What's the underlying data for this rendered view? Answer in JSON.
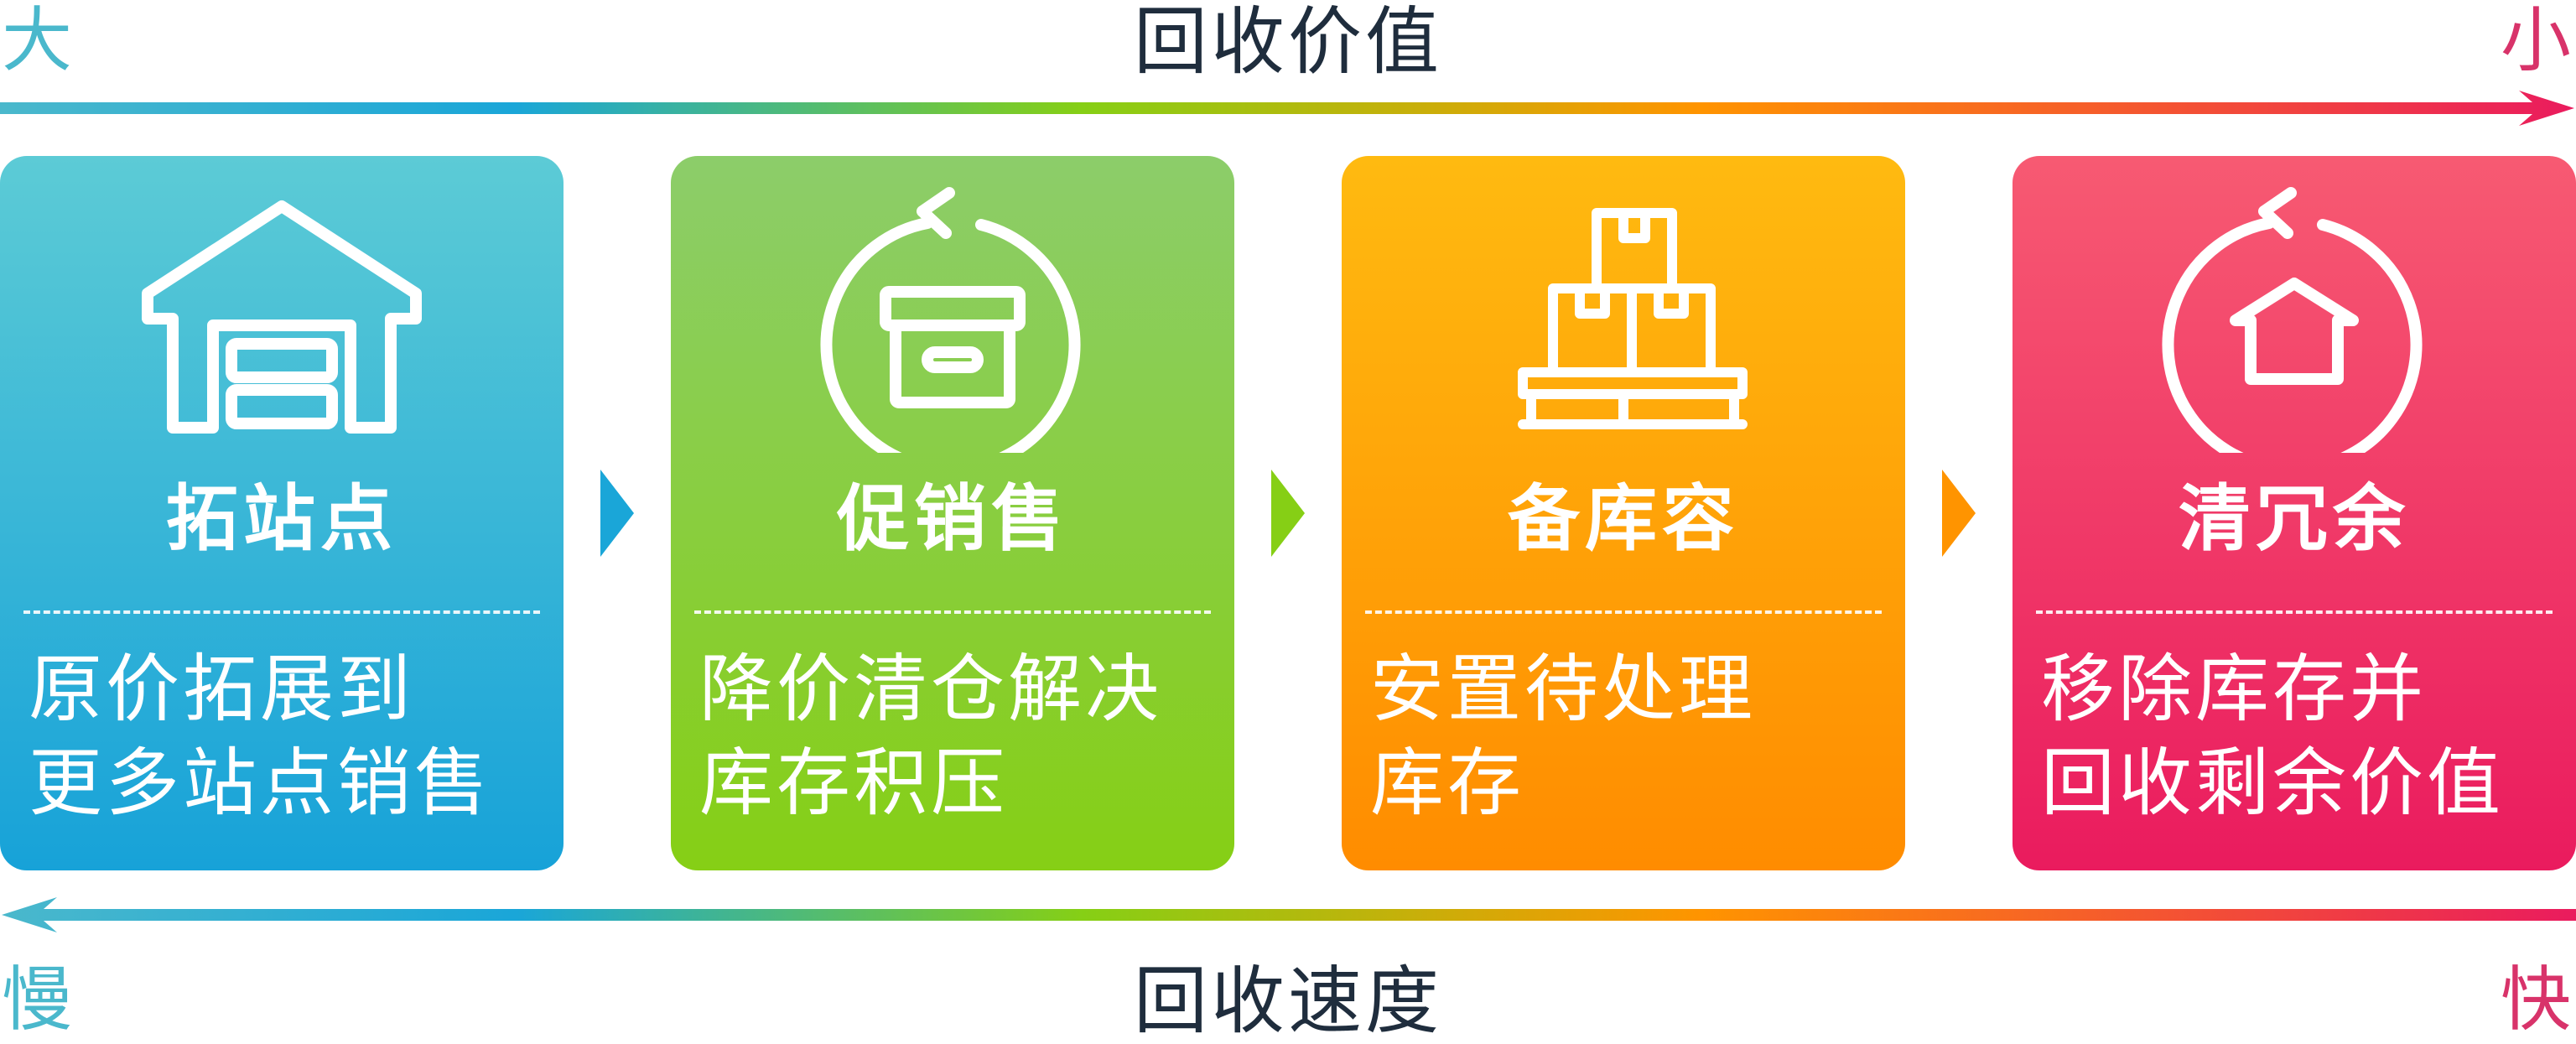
{
  "header": {
    "title": "回收价值",
    "left_label": "大",
    "right_label": "小"
  },
  "footer": {
    "title": "回收速度",
    "left_label": "慢",
    "right_label": "快"
  },
  "cards": [
    {
      "title": "拓站点",
      "description": "原价拓展到\n更多站点销售",
      "icon": "warehouse-icon",
      "color": "#1aa6d8"
    },
    {
      "title": "促销售",
      "description": "降价清仓解决\n库存积压",
      "icon": "box-cycle-icon",
      "color": "#86cf15"
    },
    {
      "title": "备库容",
      "description": "安置待处理\n库存",
      "icon": "pallet-boxes-icon",
      "color": "#ff9400"
    },
    {
      "title": "清冗余",
      "description": "移除库存并\n回收剩余价值",
      "icon": "home-cycle-icon",
      "color": "#ea1b5e"
    }
  ],
  "colors": {
    "blue": "#1aa6d8",
    "green": "#86cf15",
    "orange": "#ff9400",
    "pink": "#ea1b5e",
    "title_text": "#1f2d3d"
  }
}
